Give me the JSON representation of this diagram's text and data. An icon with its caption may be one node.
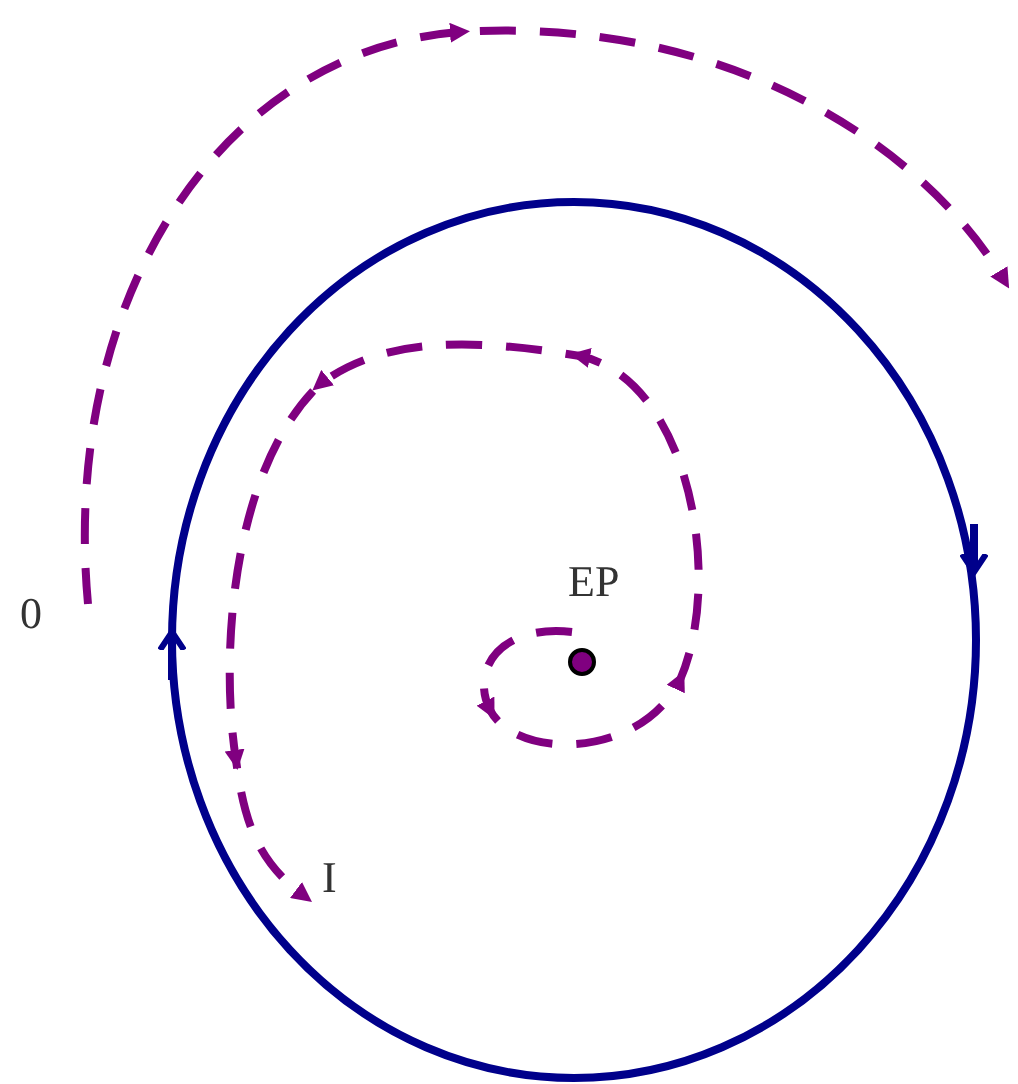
{
  "diagram": {
    "nodes": [
      {
        "text": [
          "0"
        ]
      },
      {
        "text": [
          "I"
        ]
      },
      {
        "text": [
          "EP"
        ]
      }
    ],
    "edges": [
      {
        "from": 0,
        "to": null,
        "arrow": "to",
        "style": "dashed",
        "color": "#800080"
      },
      {
        "from": 2,
        "to": 1,
        "arrow": "to",
        "style": "dashed",
        "color": "#800080"
      }
    ]
  }
}
